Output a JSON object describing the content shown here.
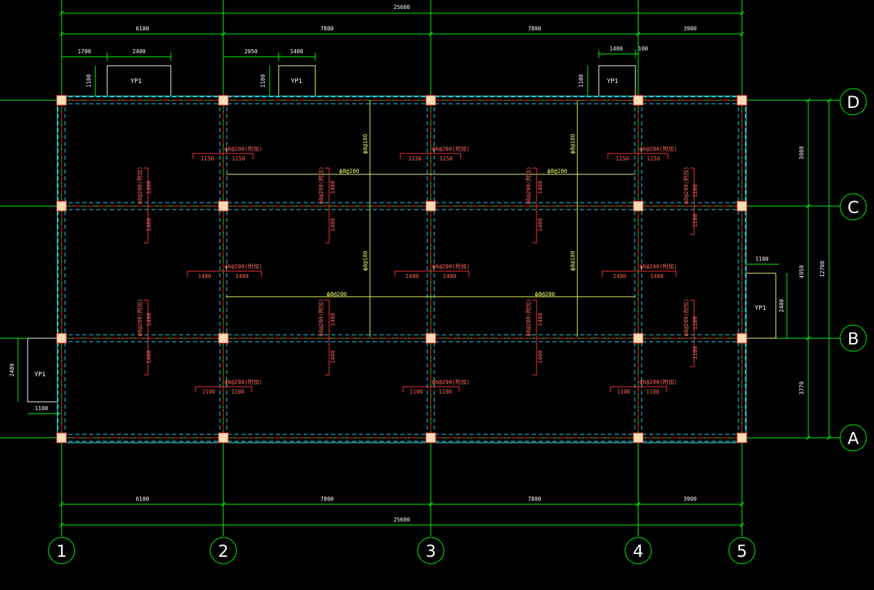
{
  "colors": {
    "background": "#000000",
    "grid": "#00ff00",
    "axis_red": "#ff2020",
    "beam_cyan": "#20e0ff",
    "beam_dash": "#ff3030",
    "column": "#f5deb3",
    "rebar_red": "#ff3333",
    "rebar_yellow": "#e8ff6a",
    "text": "#ffffff",
    "outline": "#40ffff"
  },
  "axes": {
    "columns": [
      "1",
      "2",
      "3",
      "4",
      "5"
    ],
    "rows": [
      "A",
      "B",
      "C",
      "D"
    ]
  },
  "dimensions": {
    "overall": "25600",
    "spans": [
      "6100",
      "7800",
      "7800",
      "3900"
    ],
    "right_spans": [
      "3770",
      "4950",
      "3980"
    ],
    "right_overall": "12700"
  },
  "canopies": {
    "label": "YP1",
    "top1": [
      "1700",
      "2400",
      "1100"
    ],
    "top2": [
      "2050",
      "1400",
      "1100"
    ],
    "top3": [
      "1400",
      "100",
      "1100"
    ],
    "right": [
      "1100",
      "2400"
    ],
    "left": [
      "2400",
      "1100"
    ]
  },
  "rebar": {
    "top_label": "ф6@200(附加)",
    "mid_top_label": "ф6@200(附加)",
    "bot_label": "ф6@200(附加)",
    "vert_label_a": "ф8@200(附加)",
    "vert_label_b": "ф8@200(附加)",
    "top_len": [
      "1150",
      "1150"
    ],
    "mid_len": [
      "1400",
      "1400"
    ],
    "bot_len": [
      "1100",
      "1100"
    ],
    "vert_len": [
      "1400",
      "1400"
    ],
    "vert_len_end": [
      "1100",
      "1100"
    ],
    "span_y1": "ф8@200",
    "span_y2": "ф8@200",
    "span_x": "ф8@180"
  }
}
